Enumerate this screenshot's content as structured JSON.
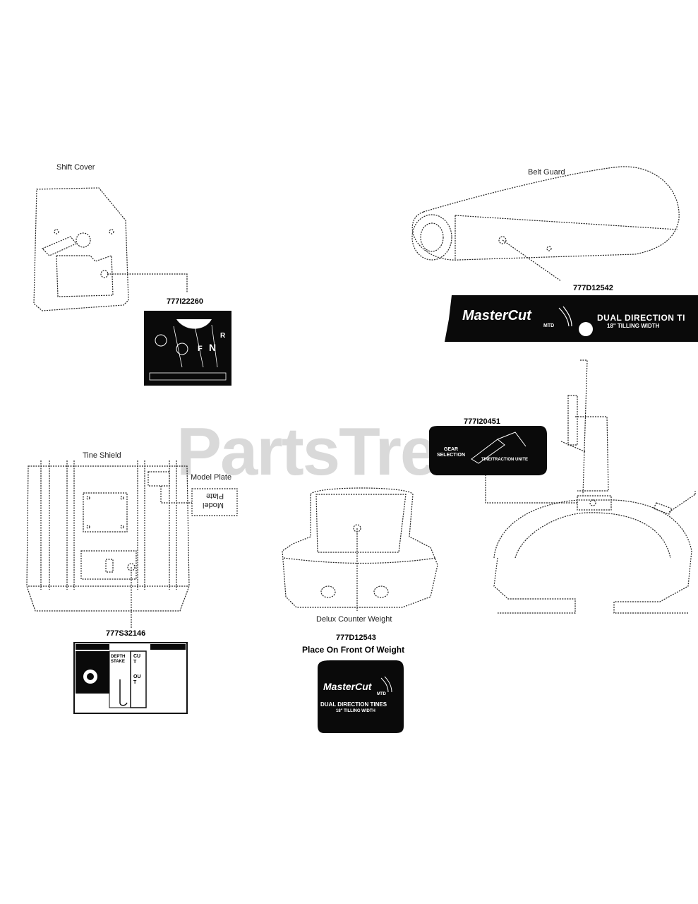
{
  "watermark": "PartsTree",
  "labels": {
    "shift_cover": "Shift Cover",
    "belt_guard": "Belt Guard",
    "tine_shield": "Tine Shield",
    "model_plate": "Model Plate",
    "model_plate_decal_line1": "Model",
    "model_plate_decal_line2": "Plate",
    "counter_weight": "Delux Counter Weight"
  },
  "part_numbers": {
    "shift_decal": "777I22260",
    "belt_guard_decal": "777D12542",
    "gear_decal": "777I20451",
    "tine_shield_decal": "777S32146",
    "weight_decal": "777D12543",
    "weight_decal_note": "Place On Front Of Weight"
  },
  "decal_text": {
    "mastercut": "MasterCut",
    "mtd": "MTD",
    "dual_direction": "DUAL DIRECTION TI",
    "tilling_width": "18\" TILLING WIDTH",
    "weight_dual": "DUAL DIRECTION TINES",
    "weight_width": "18\" TILLING WIDTH",
    "gear_selection": "GEAR SELECTION",
    "tine_traction": "TINE/TRACTION UNITE",
    "depth_stake": "DEPTH STAKE",
    "cut": "CUT",
    "out": "OUT",
    "shift_f": "F",
    "shift_n": "N",
    "shift_r": "R"
  },
  "colors": {
    "line": "#222222",
    "decal": "#0a0a0a",
    "watermark": "#d9d9d9"
  }
}
